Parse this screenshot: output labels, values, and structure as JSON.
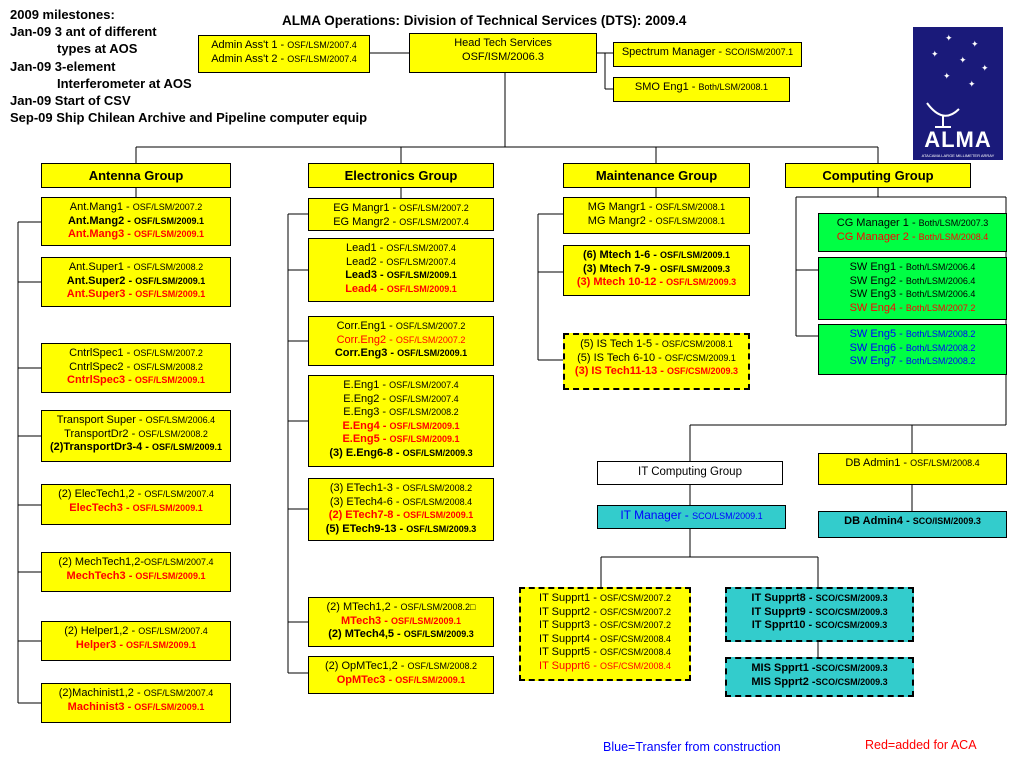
{
  "title": "ALMA Operations: Division of Technical Services (DTS): 2009.4",
  "milestones": [
    "2009 milestones:",
    "Jan-09 3 ant of different",
    "types at AOS",
    "Jan-09 3-element",
    "Interferometer at AOS",
    "Jan-09 Start of CSV",
    "Sep-09 Ship Chilean Archive and Pipeline computer equip"
  ],
  "legend": {
    "blue": "Blue=Transfer from construction",
    "red": "Red=added for ACA"
  },
  "logo": {
    "wordmark": "ALMA",
    "subtitle": "ATACAMA LARGE MILLIMETER ARRAY"
  },
  "colors": {
    "box": "#ffff00",
    "computing": "#00ff44",
    "it": "#33cccc",
    "added": "#ff0000",
    "transfer": "#0000ff"
  },
  "top": {
    "head": {
      "lines": [
        {
          "t": "Head Tech Services"
        },
        {
          "t": "OSF/ISM/2006.3"
        }
      ]
    },
    "admin": {
      "lines": [
        {
          "t": "Admin Ass't 1 - ",
          "c": "OSF/LSM/2007.4"
        },
        {
          "t": "Admin Ass't 2 - ",
          "c": "OSF/LSM/2007.4"
        }
      ]
    },
    "spectrum": {
      "lines": [
        {
          "t": "Spectrum Manager - ",
          "c": "SCO/ISM/2007.1"
        }
      ]
    },
    "smo": {
      "lines": [
        {
          "t": "SMO Eng1 - ",
          "c": "Both/LSM/2008.1"
        }
      ]
    }
  },
  "groups": {
    "antenna": "Antenna Group",
    "electronics": "Electronics Group",
    "maintenance": "Maintenance Group",
    "computing": "Computing Group",
    "it": "IT Computing Group"
  },
  "antenna": [
    {
      "lines": [
        {
          "t": "Ant.Mang1 - ",
          "c": "OSF/LSM/2007.2"
        },
        {
          "t": "Ant.Mang2 - ",
          "c": "OSF/LSM/2009.1",
          "s": "b"
        },
        {
          "t": "Ant.Mang3 - ",
          "c": "OSF/LSM/2009.1",
          "s": "b r"
        }
      ]
    },
    {
      "lines": [
        {
          "t": "Ant.Super1 - ",
          "c": "OSF/LSM/2008.2"
        },
        {
          "t": "Ant.Super2 - ",
          "c": "OSF/LSM/2009.1",
          "s": "b"
        },
        {
          "t": "Ant.Super3 - ",
          "c": "OSF/LSM/2009.1",
          "s": "b r"
        }
      ]
    },
    {
      "lines": [
        {
          "t": "CntrlSpec1 - ",
          "c": "OSF/LSM/2007.2"
        },
        {
          "t": "CntrlSpec2 - ",
          "c": "OSF/LSM/2008.2"
        },
        {
          "t": "CntrlSpec3 - ",
          "c": "OSF/LSM/2009.1",
          "s": "b r"
        }
      ]
    },
    {
      "lines": [
        {
          "t": "Transport Super - ",
          "c": "OSF/LSM/2006.4"
        },
        {
          "t": "TransportDr2 - ",
          "c": "OSF/LSM/2008.2"
        },
        {
          "t": "(2)TransportDr3-4 - ",
          "c": "OSF/LSM/2009.1",
          "s": "b"
        }
      ]
    },
    {
      "lines": [
        {
          "t": "(2) ElecTech1,2 - ",
          "c": "OSF/LSM/2007.4"
        },
        {
          "t": "ElecTech3 - ",
          "c": "OSF/LSM/2009.1",
          "s": "b r"
        }
      ]
    },
    {
      "lines": [
        {
          "t": "(2) MechTech1,2-",
          "c": "OSF/LSM/2007.4"
        },
        {
          "t": "MechTech3 - ",
          "c": "OSF/LSM/2009.1",
          "s": "b r"
        }
      ]
    },
    {
      "lines": [
        {
          "t": "(2) Helper1,2 - ",
          "c": "OSF/LSM/2007.4"
        },
        {
          "t": "Helper3 - ",
          "c": "OSF/LSM/2009.1",
          "s": "b r"
        }
      ]
    },
    {
      "lines": [
        {
          "t": "(2)Machinist1,2 - ",
          "c": "OSF/LSM/2007.4"
        },
        {
          "t": "Machinist3 - ",
          "c": "OSF/LSM/2009.1",
          "s": "b r"
        }
      ]
    }
  ],
  "electronics": [
    {
      "lines": [
        {
          "t": "EG Mangr1 - ",
          "c": "OSF/LSM/2007.2"
        },
        {
          "t": "EG Mangr2 - ",
          "c": "OSF/LSM/2007.4"
        }
      ]
    },
    {
      "lines": [
        {
          "t": "Lead1 - ",
          "c": "OSF/LSM/2007.4"
        },
        {
          "t": "Lead2 - ",
          "c": "OSF/LSM/2007.4"
        },
        {
          "t": "Lead3 - ",
          "c": "OSF/LSM/2009.1",
          "s": "b"
        },
        {
          "t": "Lead4 - ",
          "c": "OSF/LSM/2009.1",
          "s": "b r"
        }
      ]
    },
    {
      "lines": [
        {
          "t": "Corr.Eng1 - ",
          "c": "OSF/LSM/2007.2"
        },
        {
          "t": "Corr.Eng2 - ",
          "c": "OSF/LSM/2007.2",
          "s": "r"
        },
        {
          "t": "Corr.Eng3 - ",
          "c": "OSF/LSM/2009.1",
          "s": "b"
        }
      ]
    },
    {
      "lines": [
        {
          "t": "E.Eng1 - ",
          "c": "OSF/LSM/2007.4"
        },
        {
          "t": "E.Eng2 - ",
          "c": "OSF/LSM/2007.4"
        },
        {
          "t": "E.Eng3 - ",
          "c": "OSF/LSM/2008.2"
        },
        {
          "t": "E.Eng4 - ",
          "c": "OSF/LSM/2009.1",
          "s": "b r"
        },
        {
          "t": "E.Eng5 - ",
          "c": "OSF/LSM/2009.1",
          "s": "b r"
        },
        {
          "t": "(3) E.Eng6-8 - ",
          "c": "OSF/LSM/2009.3",
          "s": "b"
        }
      ]
    },
    {
      "lines": [
        {
          "t": "(3) ETech1-3 - ",
          "c": "OSF/LSM/2008.2"
        },
        {
          "t": "(3) ETech4-6 - ",
          "c": "OSF/LSM/2008.4"
        },
        {
          "t": "(2) ETech7-8 - ",
          "c": "OSF/LSM/2009.1",
          "s": "b r"
        },
        {
          "t": "(5) ETech9-13 - ",
          "c": "OSF/LSM/2009.3",
          "s": "b"
        }
      ]
    },
    {
      "lines": [
        {
          "t": "(2) MTech1,2 - ",
          "c": "OSF/LSM/2008.2□"
        },
        {
          "t": "MTech3 - ",
          "c": "OSF/LSM/2009.1",
          "s": "b r"
        },
        {
          "t": "(2) MTech4,5 - ",
          "c": "OSF/LSM/2009.3",
          "s": "b"
        }
      ]
    },
    {
      "lines": [
        {
          "t": "(2) OpMTec1,2 - ",
          "c": "OSF/LSM/2008.2"
        },
        {
          "t": "OpMTec3 - ",
          "c": "OSF/LSM/2009.1",
          "s": "b r"
        }
      ]
    }
  ],
  "maintenance": [
    {
      "lines": [
        {
          "t": "MG Mangr1 - ",
          "c": "OSF/LSM/2008.1"
        },
        {
          "t": "MG Mangr2 - ",
          "c": "OSF/LSM/2008.1"
        }
      ]
    },
    {
      "lines": [
        {
          "t": "(6) Mtech 1-6 - ",
          "c": "OSF/LSM/2009.1",
          "s": "b"
        },
        {
          "t": "(3) Mtech 7-9 - ",
          "c": "OSF/LSM/2009.3",
          "s": "b"
        },
        {
          "t": "(3) Mtech 10-12 - ",
          "c": "OSF/LSM/2009.3",
          "s": "b r"
        }
      ]
    },
    {
      "lines": [
        {
          "t": "(5) IS Tech 1-5 - ",
          "c": "OSF/CSM/2008.1"
        },
        {
          "t": "(5) IS Tech 6-10 - ",
          "c": "OSF/CSM/2009.1"
        },
        {
          "t": "(3) IS Tech11-13 - ",
          "c": "OSF/CSM/2009.3",
          "s": "b r"
        }
      ]
    }
  ],
  "computing": [
    {
      "lines": [
        {
          "t": "CG Manager 1 - ",
          "c": "Both/LSM/2007.3"
        },
        {
          "t": "CG Manager 2 - ",
          "c": "Both/LSM/2008.4",
          "s": "r"
        }
      ]
    },
    {
      "lines": [
        {
          "t": "SW Eng1 - ",
          "c": "Both/LSM/2006.4"
        },
        {
          "t": "SW Eng2 - ",
          "c": "Both/LSM/2006.4"
        },
        {
          "t": "SW Eng3 - ",
          "c": "Both/LSM/2006.4"
        },
        {
          "t": "SW Eng4 - ",
          "c": "Both/LSM/2007.2",
          "s": "r"
        }
      ]
    },
    {
      "lines": [
        {
          "t": "SW Eng5 - ",
          "c": "Both/LSM/2008.2",
          "s": "bl"
        },
        {
          "t": "SW Eng6 - ",
          "c": "Both/LSM/2008.2",
          "s": "bl"
        },
        {
          "t": "SW Eng7 - ",
          "c": "Both/LSM/2008.2",
          "s": "bl"
        }
      ]
    },
    {
      "lines": [
        {
          "t": "DB Admin1 - ",
          "c": "OSF/LSM/2008.4"
        }
      ]
    },
    {
      "lines": [
        {
          "t": "DB Admin4 - ",
          "c": "SCO/ISM/2009.3",
          "s": "b"
        }
      ]
    }
  ],
  "it": [
    {
      "lines": [
        {
          "t": "IT Manager - ",
          "c": "SCO/LSM/2009.1",
          "s": "bl"
        }
      ]
    },
    {
      "lines": [
        {
          "t": "IT Supprt1 - ",
          "c": "OSF/CSM/2007.2"
        },
        {
          "t": "IT Supprt2 - ",
          "c": "OSF/CSM/2007.2"
        },
        {
          "t": "IT Supprt3 - ",
          "c": "OSF/CSM/2007.2"
        },
        {
          "t": "IT Supprt4 - ",
          "c": "OSF/CSM/2008.4"
        },
        {
          "t": "IT Supprt5 - ",
          "c": "OSF/CSM/2008.4"
        },
        {
          "t": "IT Supprt6 - ",
          "c": "OSF/CSM/2008.4",
          "s": "r"
        }
      ]
    },
    {
      "lines": [
        {
          "t": "IT Supprt8 - ",
          "c": "SCO/CSM/2009.3",
          "s": "b"
        },
        {
          "t": "IT Supprt9 - ",
          "c": "SCO/CSM/2009.3",
          "s": "b"
        },
        {
          "t": "IT Spprt10 - ",
          "c": "SCO/CSM/2009.3",
          "s": "b"
        }
      ]
    },
    {
      "lines": [
        {
          "t": "MIS Spprt1 -",
          "c": "SCO/CSM/2009.3",
          "s": "b"
        },
        {
          "t": "MIS Spprt2 -",
          "c": "SCO/CSM/2009.3",
          "s": "b"
        }
      ]
    }
  ]
}
